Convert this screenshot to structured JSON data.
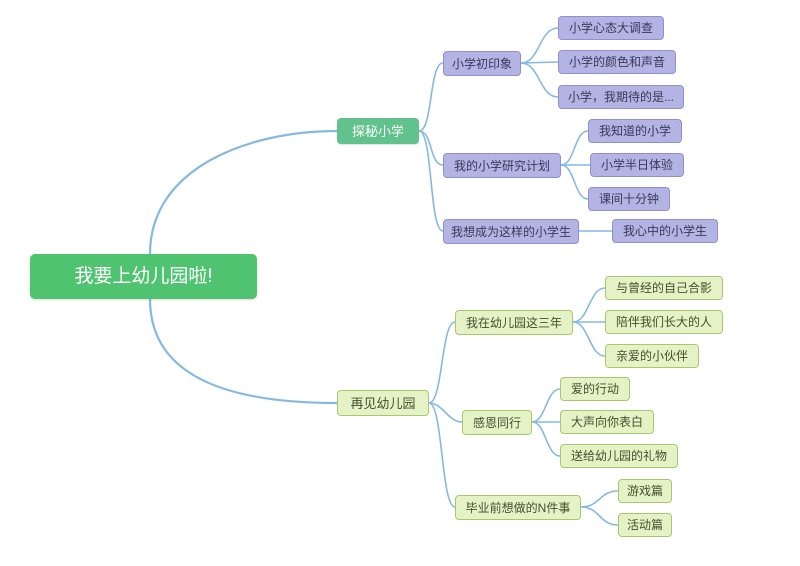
{
  "diagram_type": "mindmap",
  "colors": {
    "root_bg": "#4fc370",
    "branch_bg": "#62c28e",
    "purple_bg": "#b4b4e4",
    "purple_border": "#8f8fd2",
    "purple_text": "#38385a",
    "lime_bg": "#e5f2c6",
    "lime_border": "#a6c96e",
    "lime_text": "#42502e",
    "connector": "#86b9e2"
  },
  "mindmap": {
    "root": {
      "label": "我要上幼儿园啦!"
    },
    "branches": [
      {
        "label": "探秘小学",
        "children": [
          {
            "label": "小学初印象",
            "children": [
              {
                "label": "小学心态大调查"
              },
              {
                "label": "小学的颜色和声音"
              },
              {
                "label": "小学，我期待的是..."
              }
            ]
          },
          {
            "label": "我的小学研究计划",
            "children": [
              {
                "label": "我知道的小学"
              },
              {
                "label": "小学半日体验"
              },
              {
                "label": "课间十分钟"
              }
            ]
          },
          {
            "label": "我想成为这样的小学生",
            "children": [
              {
                "label": "我心中的小学生"
              }
            ]
          }
        ]
      },
      {
        "label": "再见幼儿园",
        "children": [
          {
            "label": "我在幼儿园这三年",
            "children": [
              {
                "label": "与曾经的自己合影"
              },
              {
                "label": "陪伴我们长大的人"
              },
              {
                "label": "亲爱的小伙伴"
              }
            ]
          },
          {
            "label": "感恩同行",
            "children": [
              {
                "label": "爱的行动"
              },
              {
                "label": "大声向你表白"
              },
              {
                "label": "送给幼儿园的礼物"
              }
            ]
          },
          {
            "label": "毕业前想做的N件事",
            "children": [
              {
                "label": "游戏篇"
              },
              {
                "label": "活动篇"
              }
            ]
          }
        ]
      }
    ]
  }
}
